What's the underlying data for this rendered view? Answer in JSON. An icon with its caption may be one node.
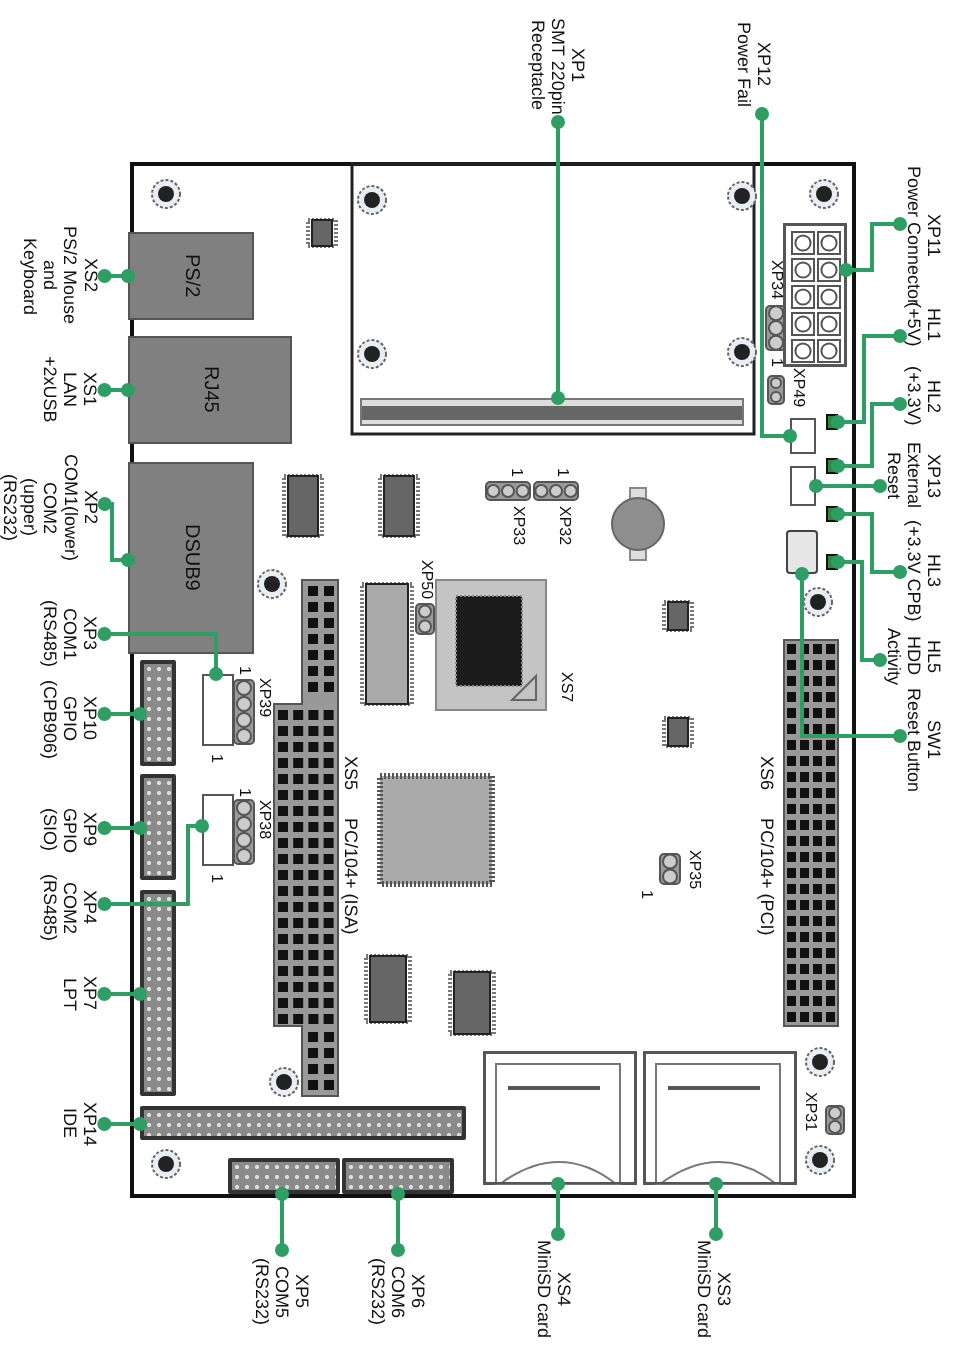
{
  "diagram": {
    "nodes": [
      {
        "text": [
          "XP1",
          "SMT 220pin Receptacle"
        ]
      },
      {
        "text": [],
        "shape": "box"
      },
      {
        "text": [
          "XP12",
          "Power Fail"
        ]
      },
      {
        "text": [],
        "shape": "box"
      },
      {
        "text": [
          "XS2",
          "PS/2 Mouse and Keyboard"
        ]
      },
      {
        "text": [
          "PS/2"
        ]
      },
      {
        "text": [
          "XS1",
          "LAN +2xUSB"
        ]
      },
      {
        "text": [
          "RJ45"
        ]
      },
      {
        "text": [
          "XP2",
          "COM1(lower) COM2 (upper) (RS232)"
        ]
      },
      {
        "text": [
          "DSUB9"
        ]
      },
      {
        "text": [
          "XP3",
          "COM1 (RS485)"
        ]
      },
      {
        "text": [],
        "shape": "box"
      },
      {
        "text": [
          "XP10",
          "GPIO (CPB906)"
        ]
      },
      {
        "text": [],
        "shape": "box"
      },
      {
        "text": [
          "XP9",
          "GPIO (SIO)"
        ]
      },
      {
        "text": [],
        "shape": "box"
      },
      {
        "text": [
          "XP4",
          "COM2 (RS485)"
        ]
      },
      {
        "text": [],
        "shape": "box"
      },
      {
        "text": [
          "XP7",
          "LPT"
        ]
      },
      {
        "text": [],
        "shape": "box"
      },
      {
        "text": [
          "XP14",
          "IDE"
        ]
      },
      {
        "text": [],
        "shape": "box"
      },
      {
        "text": [
          "XP5",
          "COM5 (RS232)"
        ]
      },
      {
        "text": [],
        "shape": "box"
      },
      {
        "text": [
          "XP6",
          "COM6 (RS232)"
        ]
      },
      {
        "text": [],
        "shape": "box"
      },
      {
        "text": [
          "XS4",
          "MiniSD card"
        ]
      },
      {
        "text": [],
        "shape": "box"
      },
      {
        "text": [
          "XS3",
          "MiniSD card"
        ]
      },
      {
        "text": [],
        "shape": "box"
      },
      {
        "text": [
          "XP11",
          "Power Connector"
        ]
      },
      {
        "text": [],
        "shape": "box"
      },
      {
        "text": [
          "HL1",
          "(+5V)"
        ]
      },
      {
        "text": [],
        "shape": "box"
      },
      {
        "text": [
          "HL2",
          "(+3.3V)"
        ]
      },
      {
        "text": [],
        "shape": "box"
      },
      {
        "text": [
          "XP13",
          "External Reset"
        ]
      },
      {
        "text": [],
        "shape": "box"
      },
      {
        "text": [
          "HL3",
          "(+3.3V CPB)"
        ]
      },
      {
        "text": [],
        "shape": "box"
      },
      {
        "text": [
          "HL5",
          "HDD Activity"
        ]
      },
      {
        "text": [],
        "shape": "box"
      },
      {
        "text": [
          "SW1",
          "Reset Button"
        ]
      },
      {
        "text": [],
        "shape": "box"
      }
    ],
    "edges": [
      {
        "from": 0,
        "to": 1,
        "arrow": "other"
      },
      {
        "from": 2,
        "to": 3,
        "arrow": "other"
      },
      {
        "from": 4,
        "to": 5,
        "arrow": "other"
      },
      {
        "from": 6,
        "to": 7,
        "arrow": "other"
      },
      {
        "from": 8,
        "to": 9,
        "arrow": "other"
      },
      {
        "from": 10,
        "to": 11,
        "arrow": "other"
      },
      {
        "from": 12,
        "to": 13,
        "arrow": "other"
      },
      {
        "from": 14,
        "to": 15,
        "arrow": "other"
      },
      {
        "from": 16,
        "to": 17,
        "arrow": "other"
      },
      {
        "from": 18,
        "to": 19,
        "arrow": "other"
      },
      {
        "from": 20,
        "to": 21,
        "arrow": "other"
      },
      {
        "from": 22,
        "to": 23,
        "arrow": "other"
      },
      {
        "from": 24,
        "to": 25,
        "arrow": "other"
      },
      {
        "from": 26,
        "to": 27,
        "arrow": "other"
      },
      {
        "from": 28,
        "to": 29,
        "arrow": "other"
      },
      {
        "from": 30,
        "to": 31,
        "arrow": "other"
      },
      {
        "from": 32,
        "to": 33,
        "arrow": "other"
      },
      {
        "from": 34,
        "to": 35,
        "arrow": "other"
      },
      {
        "from": 36,
        "to": 37,
        "arrow": "other"
      },
      {
        "from": 38,
        "to": 39,
        "arrow": "other"
      },
      {
        "from": 40,
        "to": 41,
        "arrow": "other"
      },
      {
        "from": 42,
        "to": 43,
        "arrow": "other"
      }
    ],
    "labels": [
      "XP34",
      "1",
      "XP49",
      "1",
      "1",
      "XP33",
      "XP32",
      "XP50",
      "XS7",
      "1",
      "XP39",
      "1",
      "1",
      "XP38",
      "1",
      "XS5",
      "PC/104+ (ISA)",
      "XS6",
      "PC/104+ (PCI)",
      "XP35",
      "1",
      "XP31"
    ]
  }
}
